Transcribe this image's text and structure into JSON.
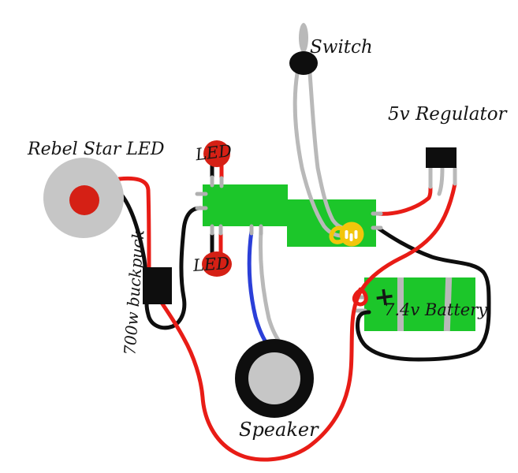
{
  "diagram": {
    "kind": "hand-drawn wiring diagram",
    "labels": {
      "rebel_star_led": "Rebel Star LED",
      "led_top": "LED",
      "led_bottom": "LED",
      "switch": "Switch",
      "regulator": "5v Regulator",
      "battery": "7.4v Battery",
      "battery_polarity": "+",
      "speaker": "Speaker",
      "buckpuck": "700w buckpuck"
    },
    "components": [
      {
        "name": "rebel-star-led",
        "label": "Rebel Star LED",
        "shape": "gray disc with red emitter"
      },
      {
        "name": "led-top",
        "label": "LED",
        "shape": "red disc"
      },
      {
        "name": "led-bottom",
        "label": "LED",
        "shape": "red disc"
      },
      {
        "name": "controller-board",
        "shape": "green stepped PCB with gray pins and yellow coil connector"
      },
      {
        "name": "switch",
        "label": "Switch",
        "shape": "black body with gray toggle lever"
      },
      {
        "name": "regulator",
        "label": "5v Regulator",
        "shape": "black 3-pin package"
      },
      {
        "name": "battery",
        "label": "7.4v Battery",
        "shape": "green 2-cell pack with gray separators and red +"
      },
      {
        "name": "speaker",
        "label": "Speaker",
        "shape": "black ring with gray cone"
      },
      {
        "name": "buckpuck",
        "label": "700w buckpuck",
        "shape": "black module"
      }
    ],
    "wires": [
      {
        "color": "red",
        "from": "Rebel Star LED",
        "to": "700w buckpuck top"
      },
      {
        "color": "black",
        "from": "Rebel Star LED",
        "to": "700w buckpuck top"
      },
      {
        "color": "black",
        "from": "board left pin",
        "to": "700w buckpuck bottom (loop underneath)"
      },
      {
        "color": "red",
        "from": "700w buckpuck bottom",
        "to": "5v Regulator right pin, looping around Speaker and tapping 7.4v Battery +"
      },
      {
        "color": "red",
        "from": "board right upper pin",
        "to": "5v Regulator left pin"
      },
      {
        "color": "black",
        "from": "board right lower pin",
        "to": "7.4v Battery - pin (loop around battery)"
      },
      {
        "color": "black,red",
        "from": "board top pins",
        "to": "LED (top)"
      },
      {
        "color": "black,red",
        "from": "board bottom pins",
        "to": "LED (bottom)"
      },
      {
        "color": "blue",
        "from": "board bottom pin",
        "to": "Speaker"
      },
      {
        "color": "gray",
        "from": "board bottom pin",
        "to": "Speaker"
      },
      {
        "color": "gray",
        "from": "Switch (2 leads)",
        "to": "yellow coil connector on board"
      }
    ],
    "colors": {
      "board_green": "#1cc62a",
      "wire_red": "#e81c16",
      "wire_black": "#0e0e0e",
      "wire_gray": "#b9b9b9",
      "wire_blue": "#2b3fd8",
      "component_gray": "#c6c6c6",
      "led_red": "#d52015",
      "connector_yellow": "#f2c60b",
      "pin_gray": "#b0b0b0",
      "background": "#ffffff"
    }
  }
}
